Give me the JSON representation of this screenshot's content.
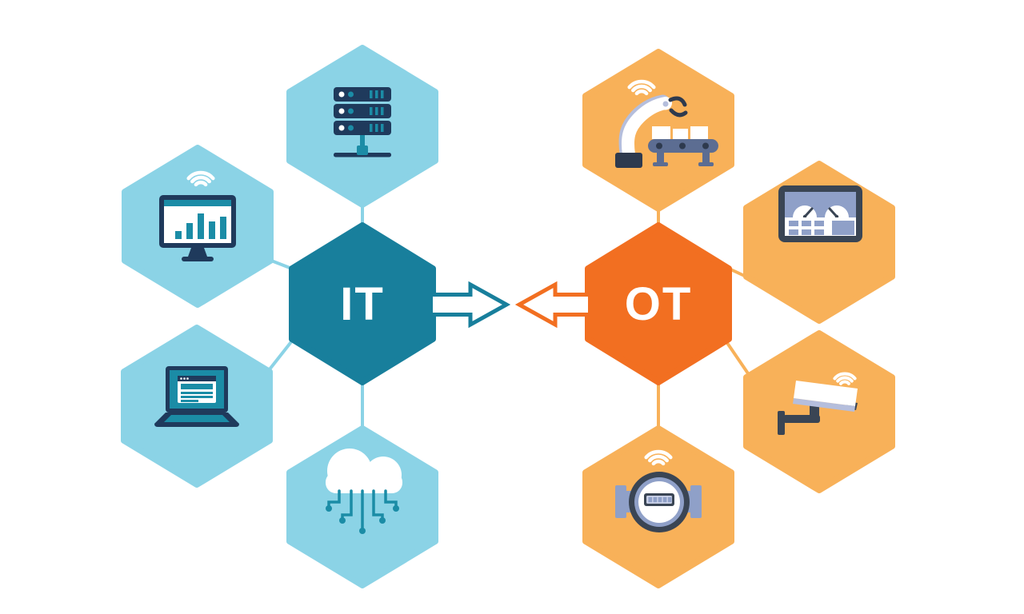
{
  "colors": {
    "background": "#FFFFFF",
    "it_hex": "#187F9C",
    "it_node": "#8BD3E6",
    "ot_hex": "#F26F21",
    "ot_node": "#F8B159",
    "icon_navy": "#1F3A5C",
    "icon_teal": "#1B8CA6",
    "icon_slate": "#3A4554",
    "icon_slate_dark": "#2E3A4E",
    "conveyor_slate": "#5C6D92",
    "lavender": "#B5BEDC",
    "lavender_mid": "#8FA0C8",
    "display_bg": "#C9D0E6"
  },
  "diagram": {
    "type": "it-ot-convergence-hexagon-diagram",
    "left_cluster": {
      "label": "IT",
      "center_hex_color": "#187F9C",
      "node_hex_color": "#8BD3E6",
      "nodes": [
        {
          "icon": "server-rack-icon"
        },
        {
          "icon": "wireless-monitor-analytics-icon"
        },
        {
          "icon": "laptop-icon"
        },
        {
          "icon": "cloud-network-icon"
        }
      ]
    },
    "right_cluster": {
      "label": "OT",
      "center_hex_color": "#F26F21",
      "node_hex_color": "#F8B159",
      "nodes": [
        {
          "icon": "robotic-arm-conveyor-icon"
        },
        {
          "icon": "control-panel-gauges-icon"
        },
        {
          "icon": "cctv-camera-icon"
        },
        {
          "icon": "smart-meter-icon"
        }
      ]
    },
    "center": {
      "left_arrow": "arrow-pointing-right",
      "right_arrow": "arrow-pointing-left"
    }
  }
}
